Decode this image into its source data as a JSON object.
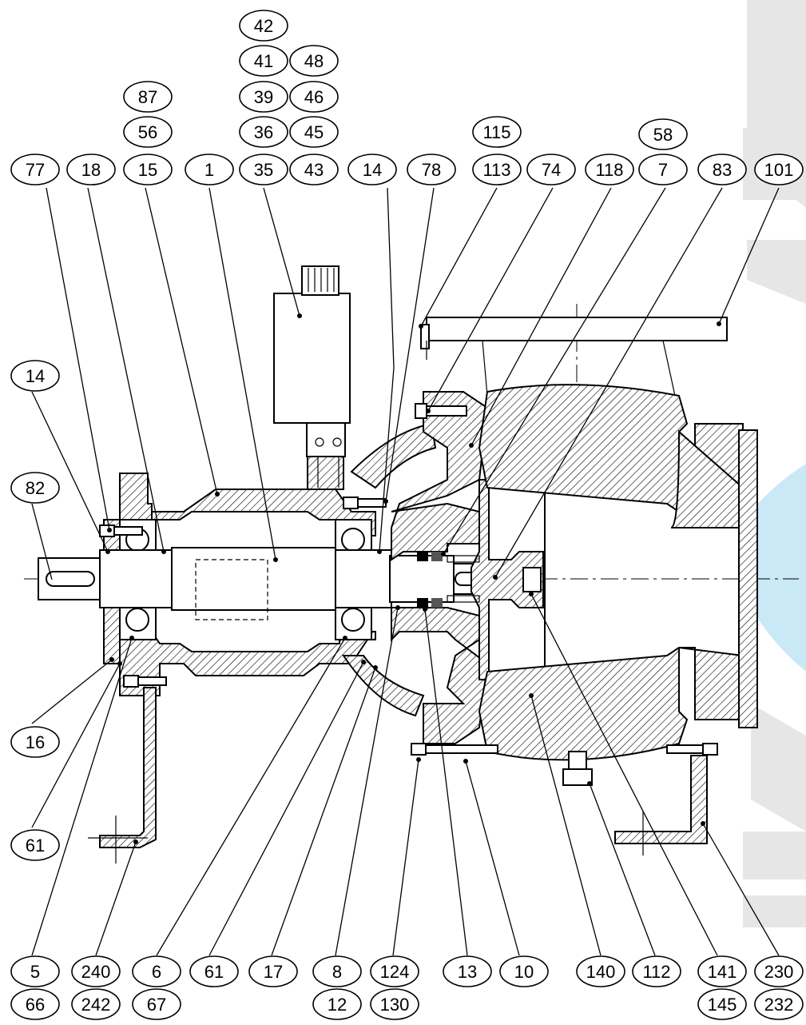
{
  "diagram": {
    "watermark_colors": {
      "gray": "#e6e6e6",
      "blue": "#29a9e0"
    },
    "callouts": [
      {
        "id": "c-42",
        "label": "42"
      },
      {
        "id": "c-41",
        "label": "41"
      },
      {
        "id": "c-48",
        "label": "48"
      },
      {
        "id": "c-87",
        "label": "87"
      },
      {
        "id": "c-39",
        "label": "39"
      },
      {
        "id": "c-46",
        "label": "46"
      },
      {
        "id": "c-56",
        "label": "56"
      },
      {
        "id": "c-36",
        "label": "36"
      },
      {
        "id": "c-45",
        "label": "45"
      },
      {
        "id": "c-115",
        "label": "115"
      },
      {
        "id": "c-58",
        "label": "58"
      },
      {
        "id": "c-77",
        "label": "77"
      },
      {
        "id": "c-18",
        "label": "18"
      },
      {
        "id": "c-15",
        "label": "15"
      },
      {
        "id": "c-1",
        "label": "1"
      },
      {
        "id": "c-35",
        "label": "35"
      },
      {
        "id": "c-43",
        "label": "43"
      },
      {
        "id": "c-14-top",
        "label": "14"
      },
      {
        "id": "c-78",
        "label": "78"
      },
      {
        "id": "c-113",
        "label": "113"
      },
      {
        "id": "c-74",
        "label": "74"
      },
      {
        "id": "c-118",
        "label": "118"
      },
      {
        "id": "c-7",
        "label": "7"
      },
      {
        "id": "c-83",
        "label": "83"
      },
      {
        "id": "c-101",
        "label": "101"
      },
      {
        "id": "c-14-left",
        "label": "14"
      },
      {
        "id": "c-82",
        "label": "82"
      },
      {
        "id": "c-16",
        "label": "16"
      },
      {
        "id": "c-61-left",
        "label": "61"
      },
      {
        "id": "c-5",
        "label": "5"
      },
      {
        "id": "c-240",
        "label": "240"
      },
      {
        "id": "c-6",
        "label": "6"
      },
      {
        "id": "c-61-bottom",
        "label": "61"
      },
      {
        "id": "c-17",
        "label": "17"
      },
      {
        "id": "c-8",
        "label": "8"
      },
      {
        "id": "c-124",
        "label": "124"
      },
      {
        "id": "c-13",
        "label": "13"
      },
      {
        "id": "c-10",
        "label": "10"
      },
      {
        "id": "c-140",
        "label": "140"
      },
      {
        "id": "c-112",
        "label": "112"
      },
      {
        "id": "c-141",
        "label": "141"
      },
      {
        "id": "c-230",
        "label": "230"
      },
      {
        "id": "c-66",
        "label": "66"
      },
      {
        "id": "c-242",
        "label": "242"
      },
      {
        "id": "c-67",
        "label": "67"
      },
      {
        "id": "c-12",
        "label": "12"
      },
      {
        "id": "c-130",
        "label": "130"
      },
      {
        "id": "c-145",
        "label": "145"
      },
      {
        "id": "c-232",
        "label": "232"
      }
    ]
  }
}
